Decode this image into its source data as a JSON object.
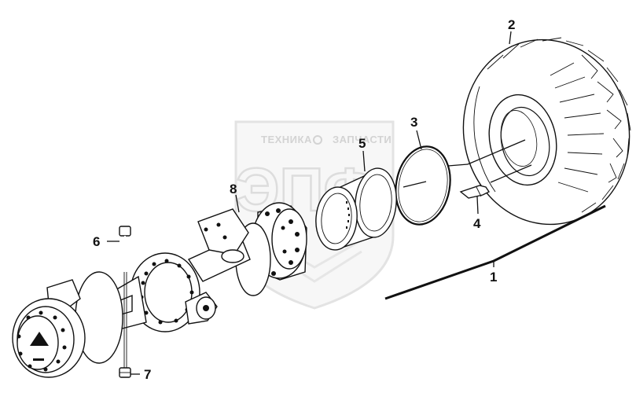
{
  "watermark": {
    "top_text_left": "ТЕХНИКА",
    "top_text_right": "ЗАПЧАСТИ",
    "logo_letters": "ЭПФ"
  },
  "callouts": [
    {
      "id": "c1",
      "label": "1"
    },
    {
      "id": "c2",
      "label": "2"
    },
    {
      "id": "c3",
      "label": "3"
    },
    {
      "id": "c4",
      "label": "4"
    },
    {
      "id": "c5",
      "label": "5"
    },
    {
      "id": "c6",
      "label": "6"
    },
    {
      "id": "c7",
      "label": "7"
    },
    {
      "id": "c8",
      "label": "8"
    }
  ]
}
